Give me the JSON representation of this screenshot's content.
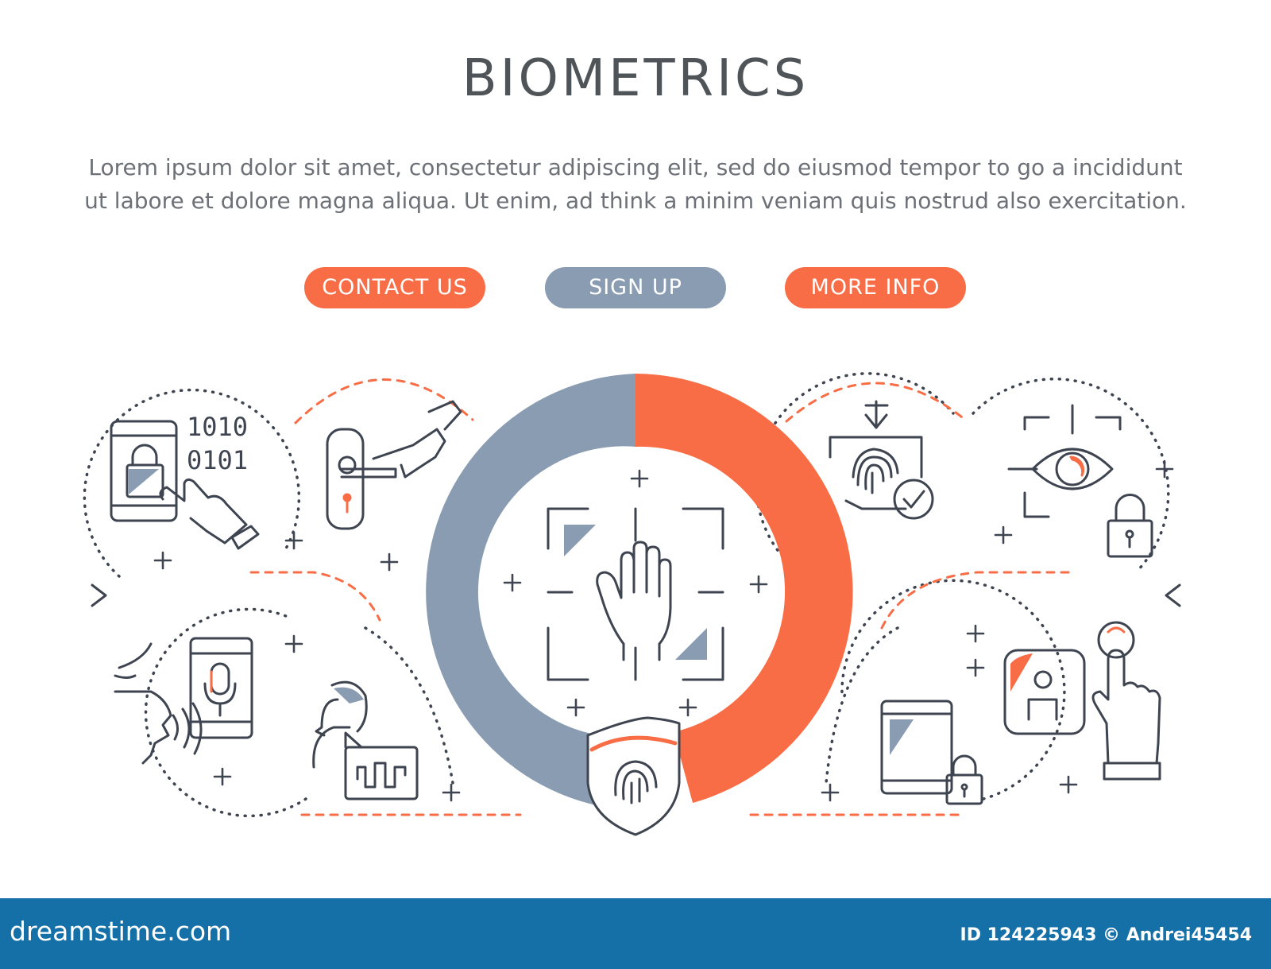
{
  "title": "BIOMETRICS",
  "lead": {
    "line1": "Lorem ipsum dolor sit amet, consectetur adipiscing elit, sed do eiusmod tempor to go a incididunt",
    "line2": "ut labore et dolore magna aliqua. Ut enim, ad think a minim veniam quis nostrud also exercitation."
  },
  "buttons": {
    "contact": "CONTACT US",
    "signup": "SIGN UP",
    "more": "MORE INFO"
  },
  "icon_text": {
    "binary_top": "1010",
    "binary_bottom": "0101"
  },
  "icons": [
    "tablet-lock-touch-icon",
    "door-handle-card-icon",
    "palm-scan-icon",
    "fingerprint-download-check-icon",
    "eye-scan-lock-icon",
    "voice-recognition-icon",
    "speech-waveform-icon",
    "fingerprint-shield-icon",
    "tablet-lock-icon",
    "id-card-touch-icon"
  ],
  "colors": {
    "accent": "#f86d45",
    "secondary": "#8a9cb1",
    "line": "#3e4550",
    "footer": "#1670a8"
  },
  "footer": {
    "logo": "dreamstime.com",
    "id_text": "ID 124225943 © Andrei45454"
  }
}
